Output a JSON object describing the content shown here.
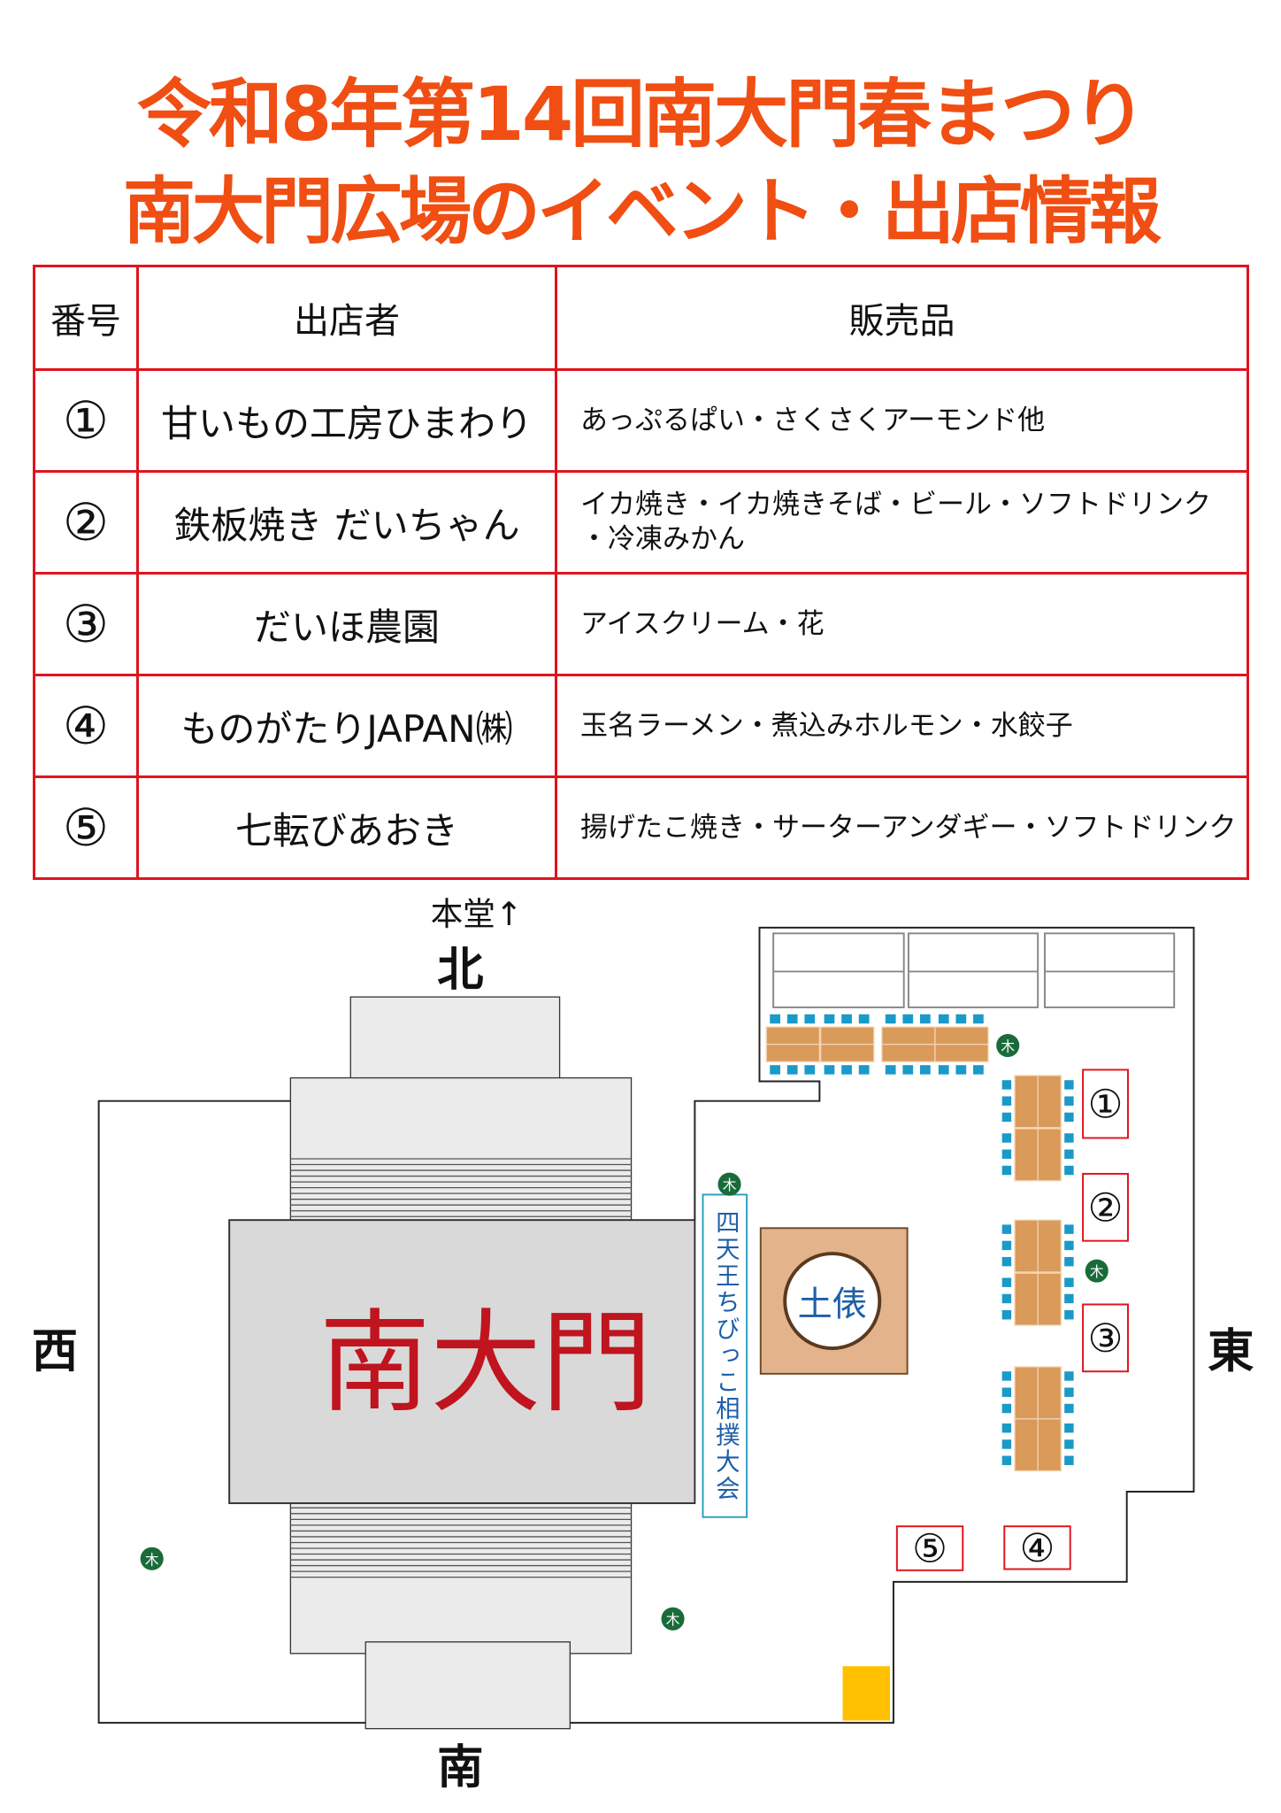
{
  "title": {
    "line1": "令和8年第14回南大門春まつり",
    "line2": "南大門広場のイベント・出店情報"
  },
  "table": {
    "headers": [
      "番号",
      "出店者",
      "販売品"
    ],
    "rows": [
      {
        "no": "①",
        "shop": "甘いもの工房ひまわり",
        "items": "あっぷるぱい・さくさくアーモンド他"
      },
      {
        "no": "②",
        "shop": "鉄板焼き だいちゃん",
        "items": "イカ焼き・イカ焼きそば・ビール・ソフトドリンク",
        "items2": "・冷凍みかん"
      },
      {
        "no": "③",
        "shop": "だいほ農園",
        "items": "アイスクリーム・花"
      },
      {
        "no": "④",
        "shop": "ものがたりJAPAN㈱",
        "items": "玉名ラーメン・煮込みホルモン・水餃子"
      },
      {
        "no": "⑤",
        "shop": "七転びあおき",
        "items": "揚げたこ焼き・サーターアンダギー・ソフトドリンク"
      }
    ]
  },
  "map": {
    "hondo": "本堂↑",
    "north": "北",
    "south": "南",
    "east": "東",
    "west": "西",
    "gate": "南大門",
    "dohyo": "土俵",
    "banner": "四天王ちびっこ相撲大会",
    "tree": "木",
    "stalls": [
      "①",
      "②",
      "③",
      "④",
      "⑤"
    ]
  },
  "colors": {
    "title": "#f04e12",
    "border": "#e0141e",
    "table": "#d99a5a",
    "chair": "#1a9ac8",
    "tree": "#1a6b3a",
    "gate_text": "#c0141e",
    "blue_text": "#1f5fa8",
    "yellow": "#ffc000"
  }
}
